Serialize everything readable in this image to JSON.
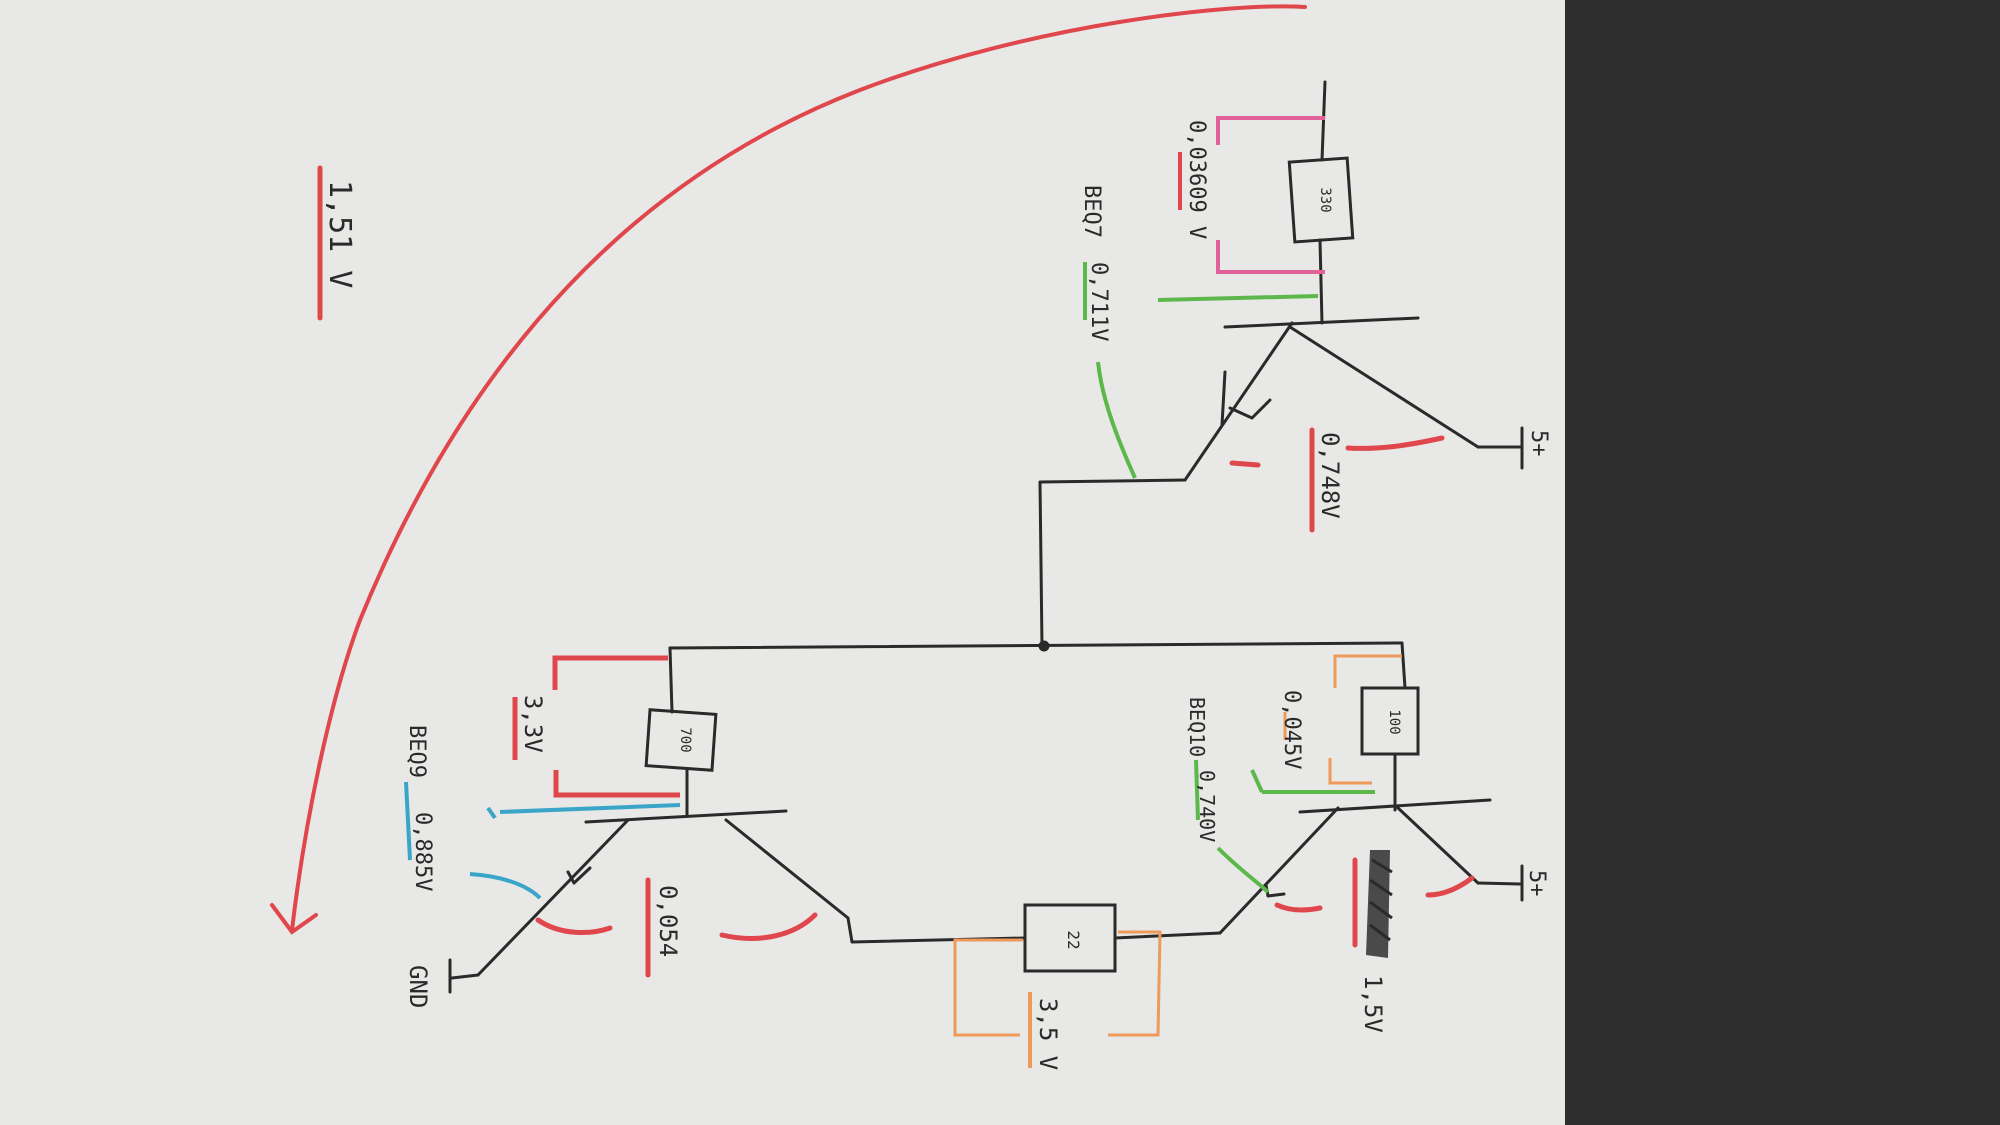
{
  "colors": {
    "paper": "#e8e8e6",
    "backdrop": "#2e2e2e",
    "ink": "#2a2a2a",
    "red": "#e0474c",
    "pink": "#e2619a",
    "green": "#5cb84a",
    "blue": "#3aa5c8",
    "orange": "#ee9a5a"
  },
  "measurements": {
    "total": "1,51 V",
    "r330_drop": "0,03609 V",
    "beq7_label": "BEQ7",
    "beq7_value": "0,711V",
    "ce_top": "0,748V",
    "r700_drop": "3,3V",
    "beq9_label": "BEQ9",
    "beq9_value": "0,885V",
    "ce_left": "0,054",
    "r100_drop": "0,045V",
    "beq10_label": "BEQ10",
    "beq10_value": "0,740V",
    "ce_right": "1,5V",
    "r22_drop": "3,5 V"
  },
  "components": {
    "r_top": "330",
    "r_left": "700",
    "r_right": "100",
    "r_bottom": "22"
  },
  "terminals": {
    "supply_top": "5+",
    "supply_right": "5+",
    "ground": "GND"
  }
}
